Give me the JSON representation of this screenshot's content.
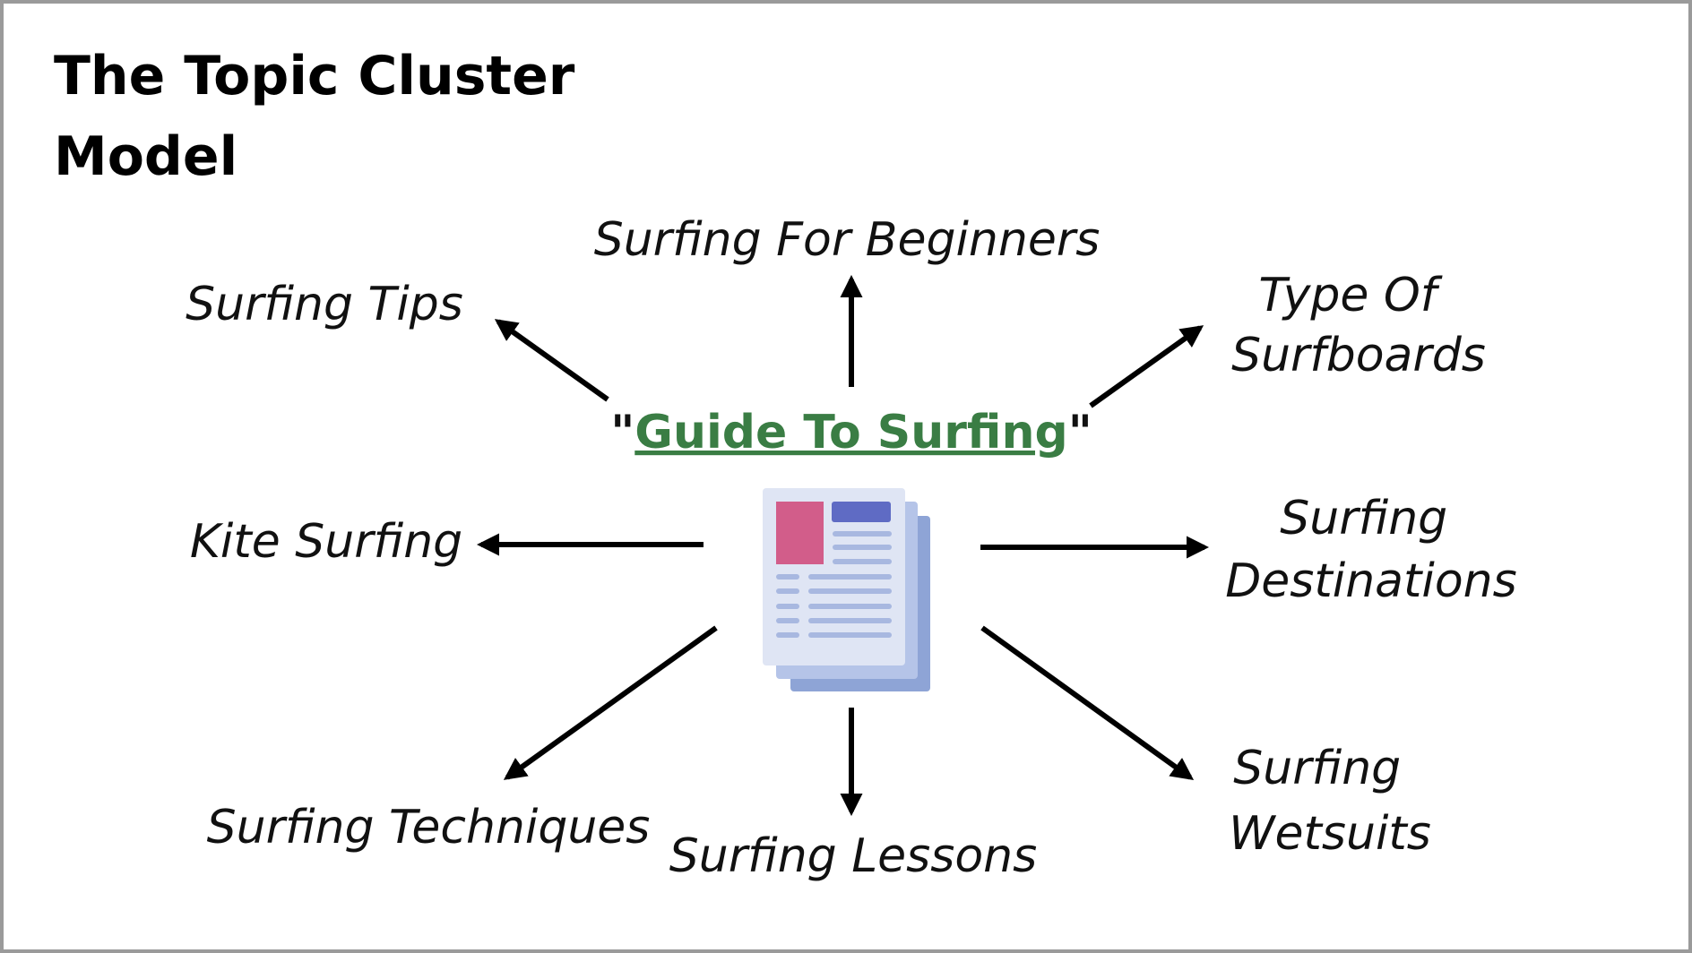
{
  "title": {
    "line1": "The Topic Cluster",
    "line2": "Model"
  },
  "hub": {
    "quote_open": "\"",
    "label": "Guide To Surfing",
    "quote_close": "\"",
    "link_color": "#3a7d44",
    "icon": "document-stack-icon"
  },
  "topics": {
    "beginners": [
      "Surfing For Beginners"
    ],
    "tips": [
      "Surfing Tips"
    ],
    "surfboards": [
      "Type Of",
      "Surfboards"
    ],
    "kite": [
      "Kite Surfing"
    ],
    "destinations": [
      "Surfing",
      "Destinations"
    ],
    "techniques": [
      "Surfing Techniques"
    ],
    "lessons": [
      "Surfing Lessons"
    ],
    "wetsuits": [
      "Surfing",
      "Wetsuits"
    ]
  },
  "colors": {
    "border": "#9a9a9a",
    "arrow": "#000000",
    "icon_back": "#8ea4d6",
    "icon_mid": "#b5c4e8",
    "icon_front": "#dfe5f4",
    "icon_pink": "#d25d8a",
    "icon_header": "#5f6bc4",
    "icon_lines": "#a8b8e0"
  }
}
